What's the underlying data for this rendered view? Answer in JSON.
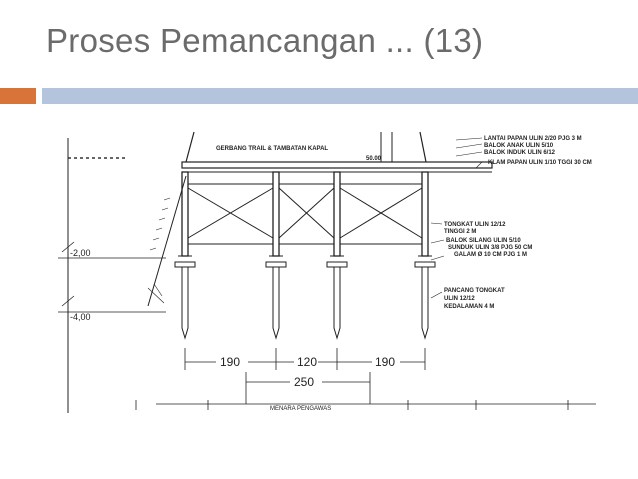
{
  "slide": {
    "title": "Proses Pemancangan ... (13)",
    "accent_color": "#d8743a",
    "band_color": "#b4c4dc",
    "title_color": "#6b6b6b"
  },
  "drawing": {
    "header_label": "GERBANG TRAIL & TAMBATAN KAPAL",
    "deck_elevation": "50.00",
    "levels": [
      "-2,00",
      "-4,00"
    ],
    "annotations_top": [
      "LANTAI PAPAN ULIN 2/20 PJG 3 M",
      "BALOK ANAK ULIN 5/10",
      "BALOK INDUK ULIN 6/12",
      "KLAM PAPAN ULIN 1/10 TGGI 30 CM"
    ],
    "annotations_mid": [
      "TONGKAT ULIN 12/12",
      "TINGGI 2 M",
      "BALOK SILANG ULIN 5/10",
      "SUNDUK ULIN 3/8 PJG 50 CM",
      "GALAM Ø 10 CM PJG 1 M"
    ],
    "annotations_bottom": [
      "PANCANG TONGKAT",
      "ULIN 12/12",
      "KEDALAMAN 4 M"
    ],
    "dimensions": [
      "190",
      "120",
      "190"
    ],
    "total_dimension": "250",
    "bottom_label": "MENARA PENGAWAS"
  }
}
